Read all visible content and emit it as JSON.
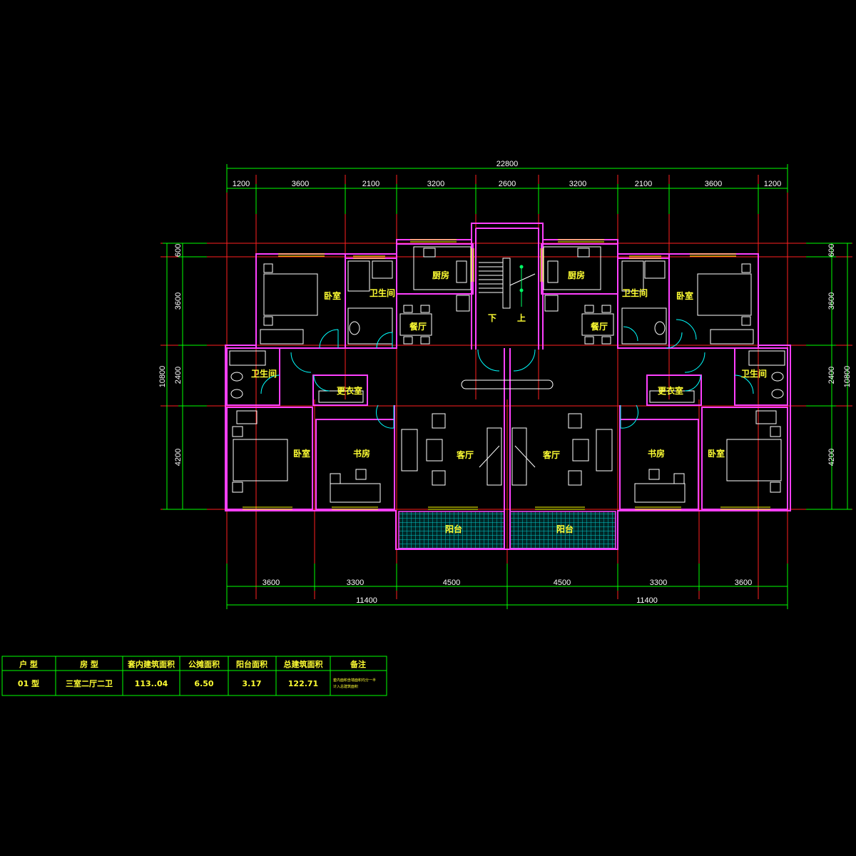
{
  "dimensions": {
    "total_top": "22800",
    "top_segments": [
      "1200",
      "3600",
      "2100",
      "3200",
      "2600",
      "3200",
      "2100",
      "3600",
      "1200"
    ],
    "bottom_segments": [
      "3600",
      "3300",
      "4500",
      "4500",
      "3300",
      "3600"
    ],
    "bottom_halves": [
      "11400",
      "11400"
    ],
    "left_total": "10800",
    "left_segments": [
      "600",
      "3600",
      "2400",
      "4200"
    ],
    "right_total": "10800",
    "right_segments": [
      "600",
      "3600",
      "2400",
      "4200"
    ]
  },
  "rooms": {
    "left": {
      "bedroom_top": "卧室",
      "bathroom_top": "卫生间",
      "kitchen": "厨房",
      "dining": "餐厅",
      "bathroom_mid": "卫生间",
      "closet": "更衣室",
      "bedroom_bottom": "卧室",
      "study": "书房",
      "living": "客厅",
      "balcony": "阳台"
    },
    "right": {
      "bedroom_top": "卧室",
      "bathroom_top": "卫生间",
      "kitchen": "厨房",
      "dining": "餐厅",
      "bathroom_mid": "卫生间",
      "closet": "更衣室",
      "bedroom_bottom": "卧室",
      "study": "书房",
      "living": "客厅",
      "balcony": "阳台"
    },
    "stair_down": "下",
    "stair_up": "上"
  },
  "table": {
    "headers": [
      "户  型",
      "房  型",
      "套内建筑面积",
      "公摊面积",
      "阳台面积",
      "总建筑面积",
      "备注"
    ],
    "row": [
      "01  型",
      "三室二厅二卫",
      "113..04",
      "6.50",
      "3.17",
      "122.71"
    ],
    "note_lines": [
      "套内面积含墙面积均分一半",
      "计入总建筑面积"
    ]
  },
  "colors": {
    "background": "#000000",
    "axis_lines": "#ff2020",
    "dimension_lines": "#00ff00",
    "walls": "#ff40ff",
    "windows": "#ffff00",
    "furniture": "#ffffff",
    "doors": "#00ffff",
    "room_labels": "#ffff33",
    "balcony_fill": "#00c8c8"
  }
}
